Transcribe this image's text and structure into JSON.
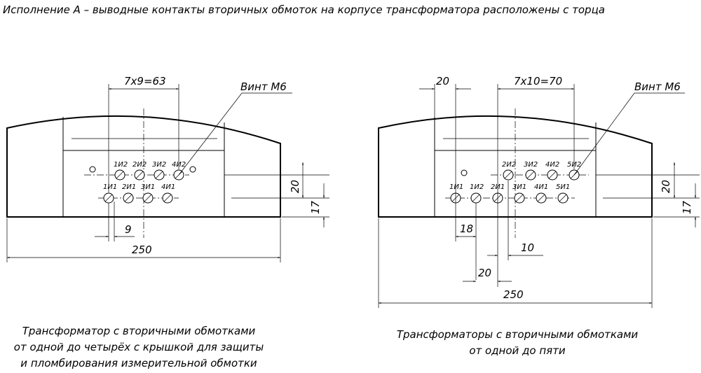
{
  "title": "Исполнение А – выводные контакты вторичных обмоток на корпусе трансформатора расположены с торца",
  "left_view": {
    "screw_label": "Винт М6",
    "dim_top": "7x9=63",
    "dim_spacing": "9",
    "dim_width": "250",
    "dim_row_gap": "20",
    "dim_row_height": "17",
    "top_row": [
      "1И2",
      "2И2",
      "3И2",
      "4И2"
    ],
    "bottom_row": [
      "1И1",
      "2И1",
      "3И1",
      "4И1"
    ],
    "caption": [
      "Трансформатор с вторичными обмотками",
      "от одной до четырёх с крышкой для защиты",
      "и пломбирования измерительной обмотки"
    ]
  },
  "right_view": {
    "screw_label": "Винт М6",
    "dim_top_left": "20",
    "dim_top": "7x10=70",
    "dim_offset_18": "18",
    "dim_offset_10": "10",
    "dim_offset_20": "20",
    "dim_width": "250",
    "dim_row_gap": "20",
    "dim_row_height": "17",
    "top_row": [
      "2И2",
      "3И2",
      "4И2",
      "5И2"
    ],
    "bottom_row": [
      "1И1",
      "1И2",
      "2И1",
      "3И1",
      "4И1",
      "5И1"
    ],
    "caption": [
      "Трансформаторы с вторичными обмотками",
      "от одной до пяти"
    ]
  }
}
